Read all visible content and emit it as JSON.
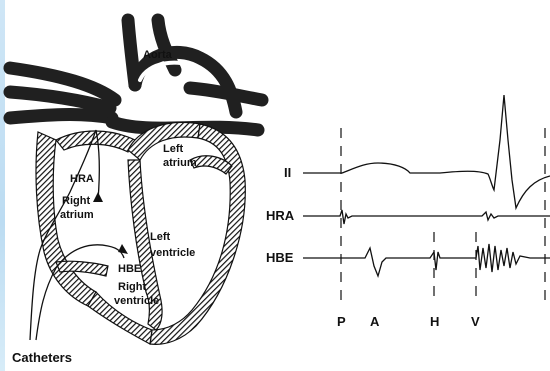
{
  "heart": {
    "aorta": "Aorta",
    "hra_chamber": "HRA",
    "right_atrium_1": "Right",
    "right_atrium_2": "atrium",
    "left_atrium_1": "Left",
    "left_atrium_2": "atrium",
    "left_ventricle_1": "Left",
    "left_ventricle_2": "ventricle",
    "hbe_tip": "HBE",
    "right_ventricle_1": "Right",
    "right_ventricle_2": "ventricle",
    "catheters": "Catheters"
  },
  "traces": {
    "channels": [
      {
        "key": "lead2",
        "label": "II"
      },
      {
        "key": "hra",
        "label": "HRA"
      },
      {
        "key": "hbe",
        "label": "HBE"
      }
    ],
    "markers": [
      "P",
      "A",
      "H",
      "V"
    ]
  }
}
